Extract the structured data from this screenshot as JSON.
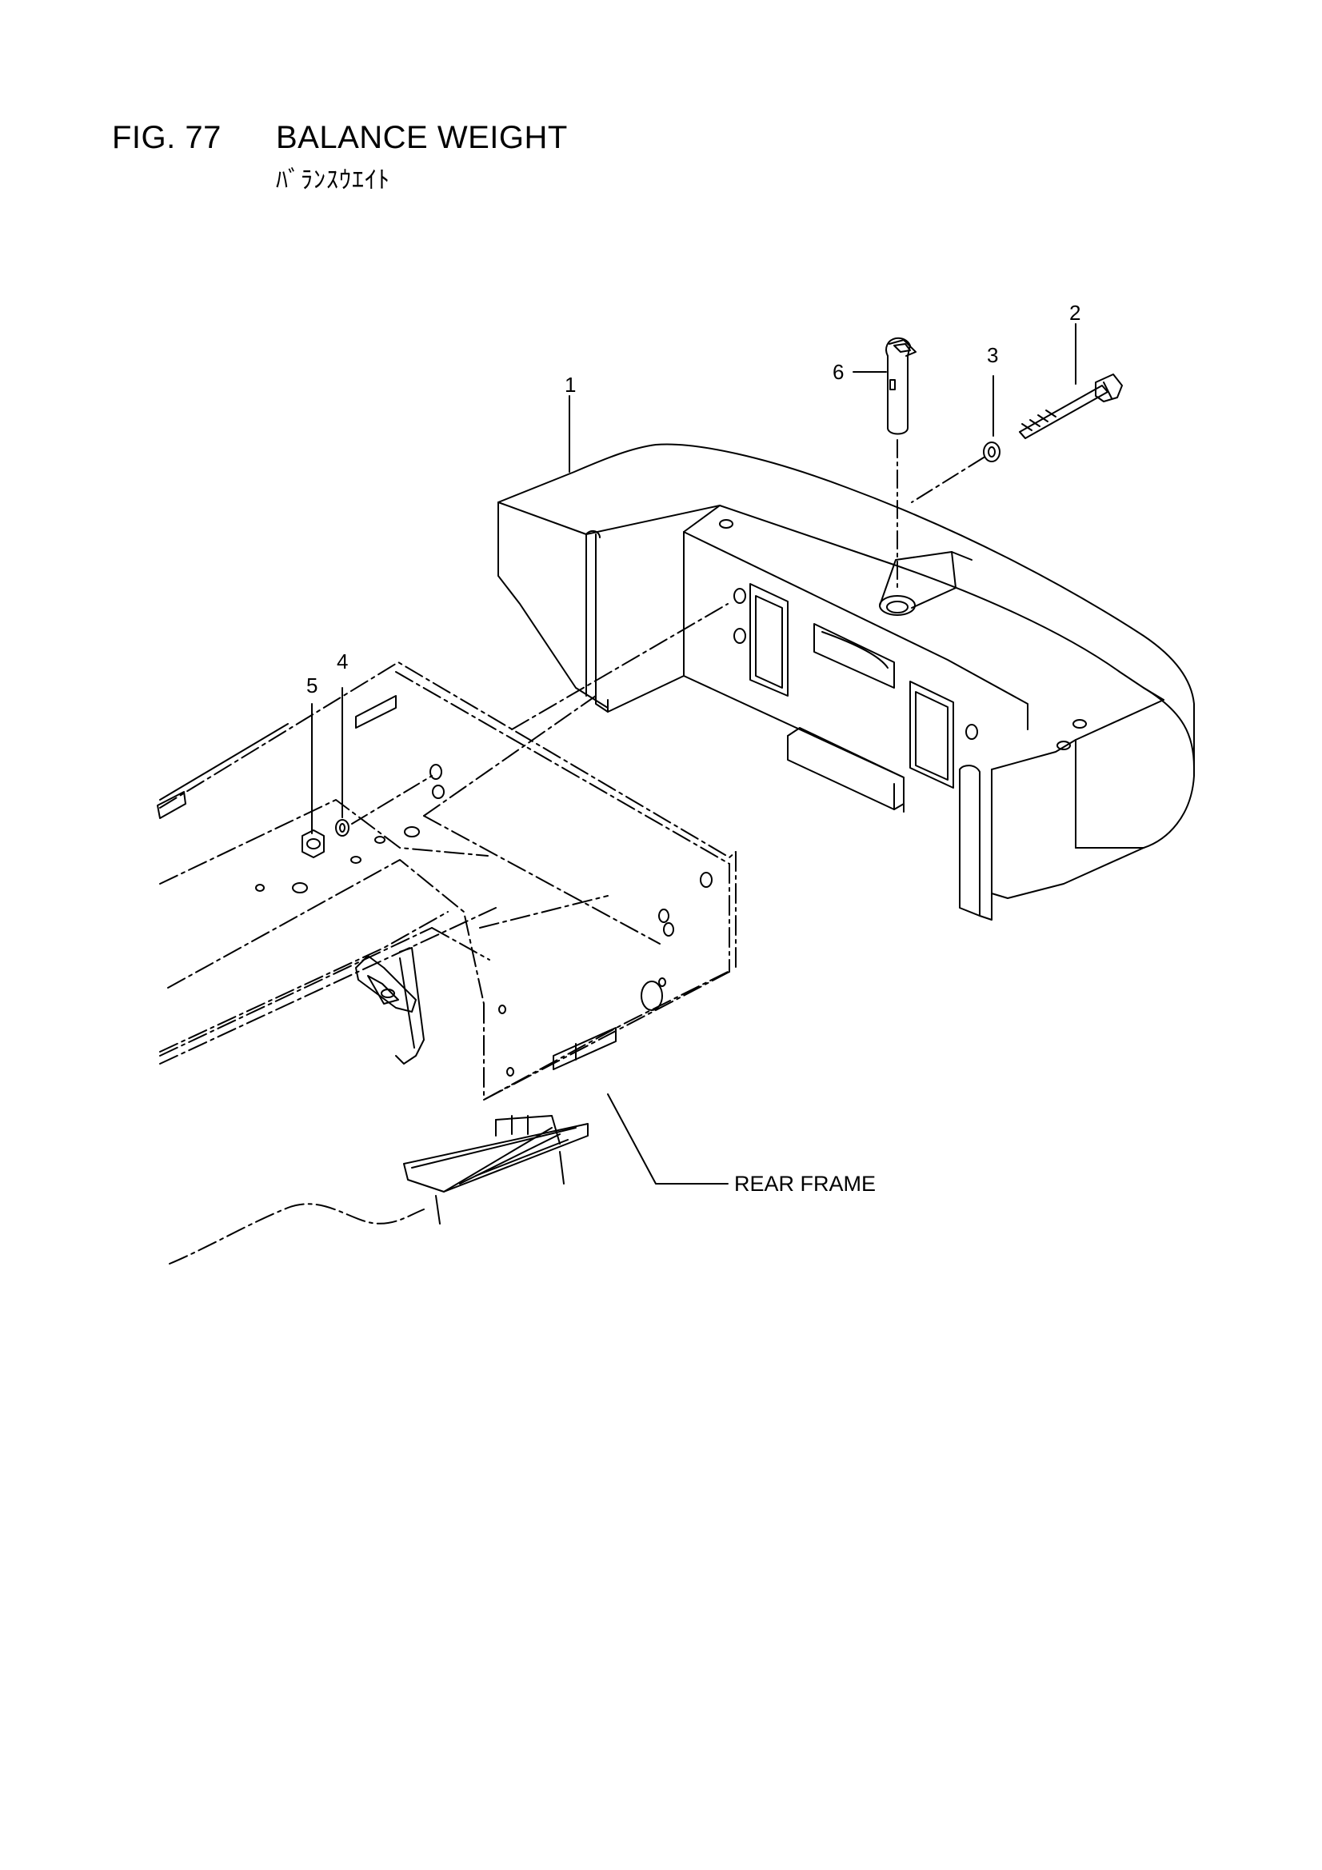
{
  "figure": {
    "number": "FIG. 77",
    "title": "BALANCE WEIGHT",
    "subtitle": "ﾊﾞﾗﾝｽｳｴｲﾄ"
  },
  "callouts": [
    {
      "id": "1",
      "label": "1"
    },
    {
      "id": "2",
      "label": "2"
    },
    {
      "id": "3",
      "label": "3"
    },
    {
      "id": "4",
      "label": "4"
    },
    {
      "id": "5",
      "label": "5"
    },
    {
      "id": "6",
      "label": "6"
    }
  ],
  "annotations": {
    "rear_frame": "REAR FRAME"
  }
}
